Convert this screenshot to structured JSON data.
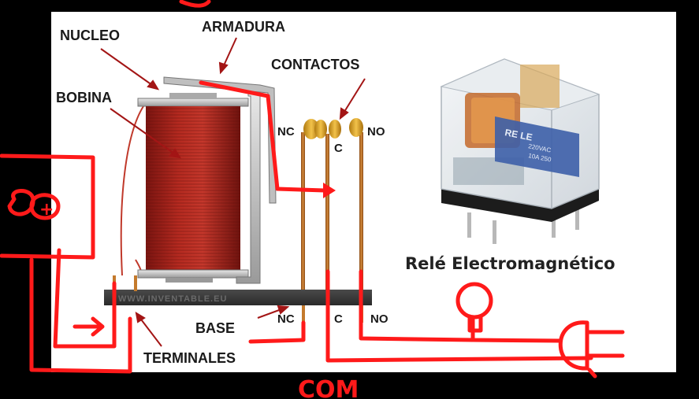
{
  "diagram": {
    "labels": {
      "nucleo": "NUCLEO",
      "armadura": "ARMADURA",
      "contactos": "CONTACTOS",
      "bobina": "BOBINA",
      "nc_top": "NC",
      "c_top": "C",
      "no_top": "NO",
      "base": "BASE",
      "nc_bottom": "NC",
      "c_bottom": "C",
      "no_bottom": "NO",
      "terminales": "TERMINALES",
      "watermark": "WWW.INVENTABLE.EU"
    },
    "photo_caption": "Relé Electromagnético"
  },
  "annotations": {
    "com_label": "COM",
    "plus_sign": "+",
    "color": "#ff1a1a"
  }
}
